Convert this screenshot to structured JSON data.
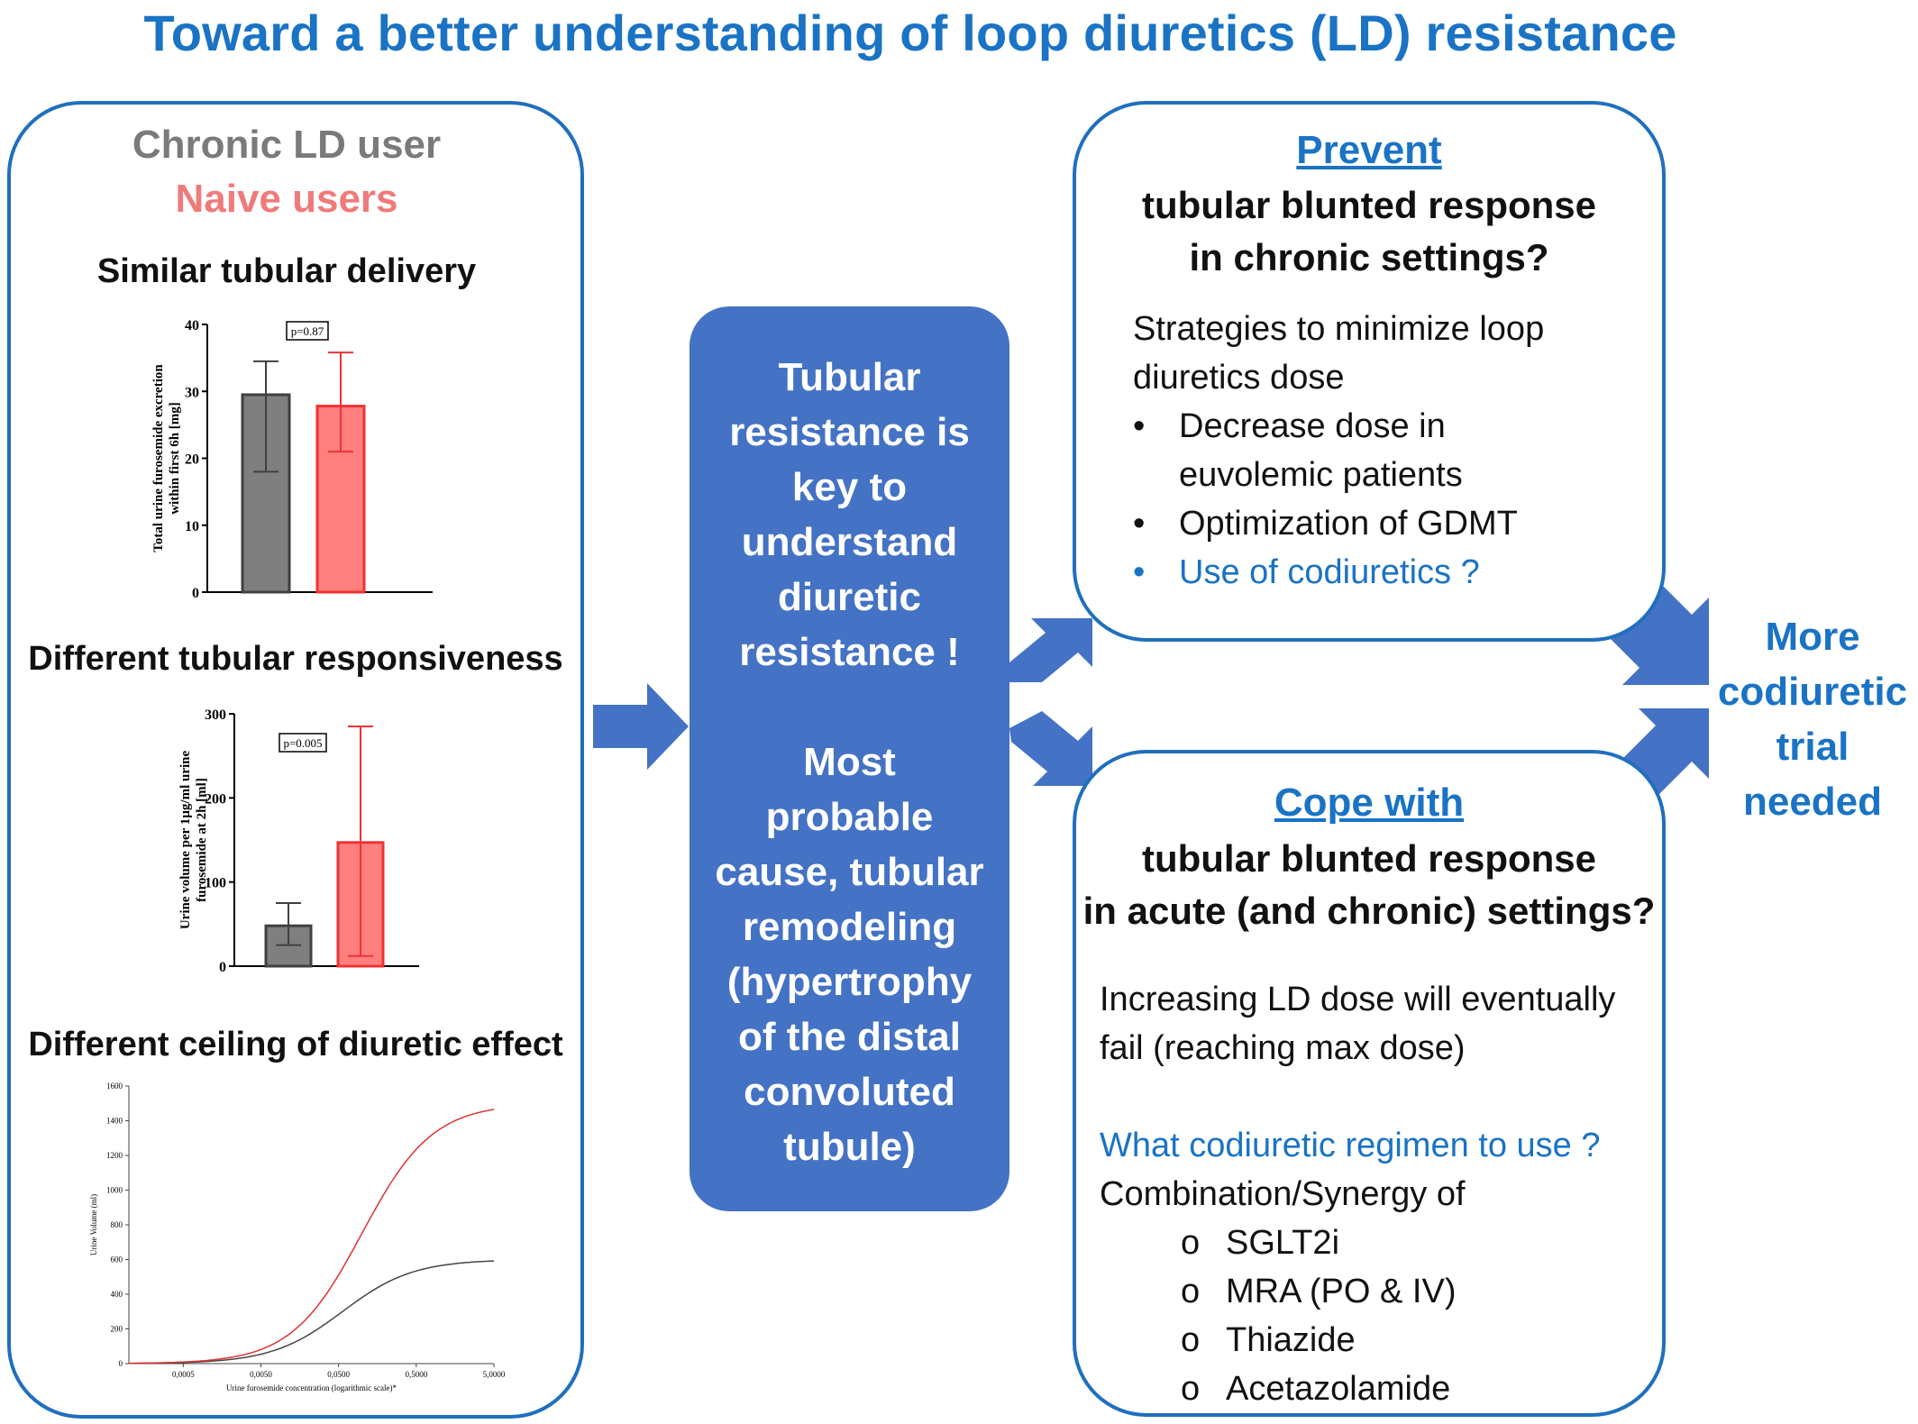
{
  "title": "Toward a better understanding of loop diuretics (LD) resistance",
  "left": {
    "legend_chronic": "Chronic LD user",
    "legend_naive": "Naive users",
    "sec1": "Similar tubular delivery",
    "sec2": "Different tubular responsiveness",
    "sec3": "Different ceiling of diuretic effect"
  },
  "center": {
    "line1": "Tubular",
    "line2": "resistance is",
    "line3": "key to",
    "line4": "understand",
    "line5": "diuretic",
    "line6": "resistance !",
    "line7": "Most",
    "line8": "probable",
    "line9": "cause, tubular",
    "line10": "remodeling",
    "line11": "(hypertrophy",
    "line12": "of the distal",
    "line13": "convoluted",
    "line14": "tubule)"
  },
  "prevent": {
    "heading": "Prevent",
    "q1": "tubular blunted response",
    "q2": "in chronic settings?",
    "strat1": "Strategies to minimize loop",
    "strat2": "diuretics dose",
    "b1a": "Decrease dose in",
    "b1b": "euvolemic patients",
    "b2": "Optimization of GDMT",
    "b3": "Use of codiuretics ?",
    "bullet_glyph": "•"
  },
  "cope": {
    "heading": "Cope with",
    "q1": "tubular blunted response",
    "q2": "in acute (and chronic) settings?",
    "inc1": "Increasing LD dose will eventually",
    "inc2": "fail (reaching max dose)",
    "what": "What codiuretic regimen to use ?",
    "combo": "Combination/Synergy of",
    "items": [
      "SGLT2i",
      "MRA (PO & IV)",
      "Thiazide",
      "Acetazolamide"
    ],
    "item_glyph": "o"
  },
  "more": {
    "line1": "More",
    "line2": "codiuretic",
    "line3": "trial",
    "line4": "needed"
  },
  "colors": {
    "brand_blue": "#1a73c4",
    "box_blue": "#4472c4",
    "arrow_blue": "#4472c4",
    "chronic_gray": "#7a7a7a",
    "naive_pink": "#f07a7a",
    "bar_gray": "#7f7f7f",
    "bar_pink": "#ff7f7f"
  },
  "chart_data": [
    {
      "type": "bar",
      "ylabel": "Total urine furosemide excretion within first 6h [mg]",
      "ylim": [
        0,
        40
      ],
      "yticks": [
        "0",
        "10",
        "20",
        "30",
        "40"
      ],
      "pvalue": "p=0.87",
      "series": [
        {
          "values": [
            29.5
          ],
          "err_low": [
            18
          ],
          "err_high": [
            34.5
          ]
        },
        {
          "values": [
            27.8
          ],
          "err_low": [
            21
          ],
          "err_high": [
            35.8
          ]
        }
      ]
    },
    {
      "type": "bar",
      "ylabel": "Urine volume per 1µg/ml urine furosemide at 2h [ml]",
      "ylim": [
        0,
        300
      ],
      "yticks": [
        "0",
        "100",
        "200",
        "300"
      ],
      "pvalue": "p=0.005",
      "series": [
        {
          "values": [
            48
          ],
          "err_low": [
            25
          ],
          "err_high": [
            75
          ]
        },
        {
          "values": [
            147
          ],
          "err_low": [
            12
          ],
          "err_high": [
            285
          ]
        }
      ]
    },
    {
      "type": "line",
      "xlabel": "Urine furosemide concentration (logarithmic scale)*",
      "ylabel": "Urine Volume (ml)",
      "ylim": [
        0,
        1600
      ],
      "yticks": [
        "0",
        "200",
        "400",
        "600",
        "800",
        "1000",
        "1200",
        "1400",
        "1600"
      ],
      "xticks": [
        "0,0005",
        "0,0050",
        "0,0500",
        "0,5000",
        "5,0000"
      ],
      "series": [
        {
          "max": 600,
          "x50_log": -1.25,
          "slope": 2.2
        },
        {
          "max": 1500,
          "x50_log": -1.0,
          "slope": 2.2
        }
      ]
    }
  ]
}
